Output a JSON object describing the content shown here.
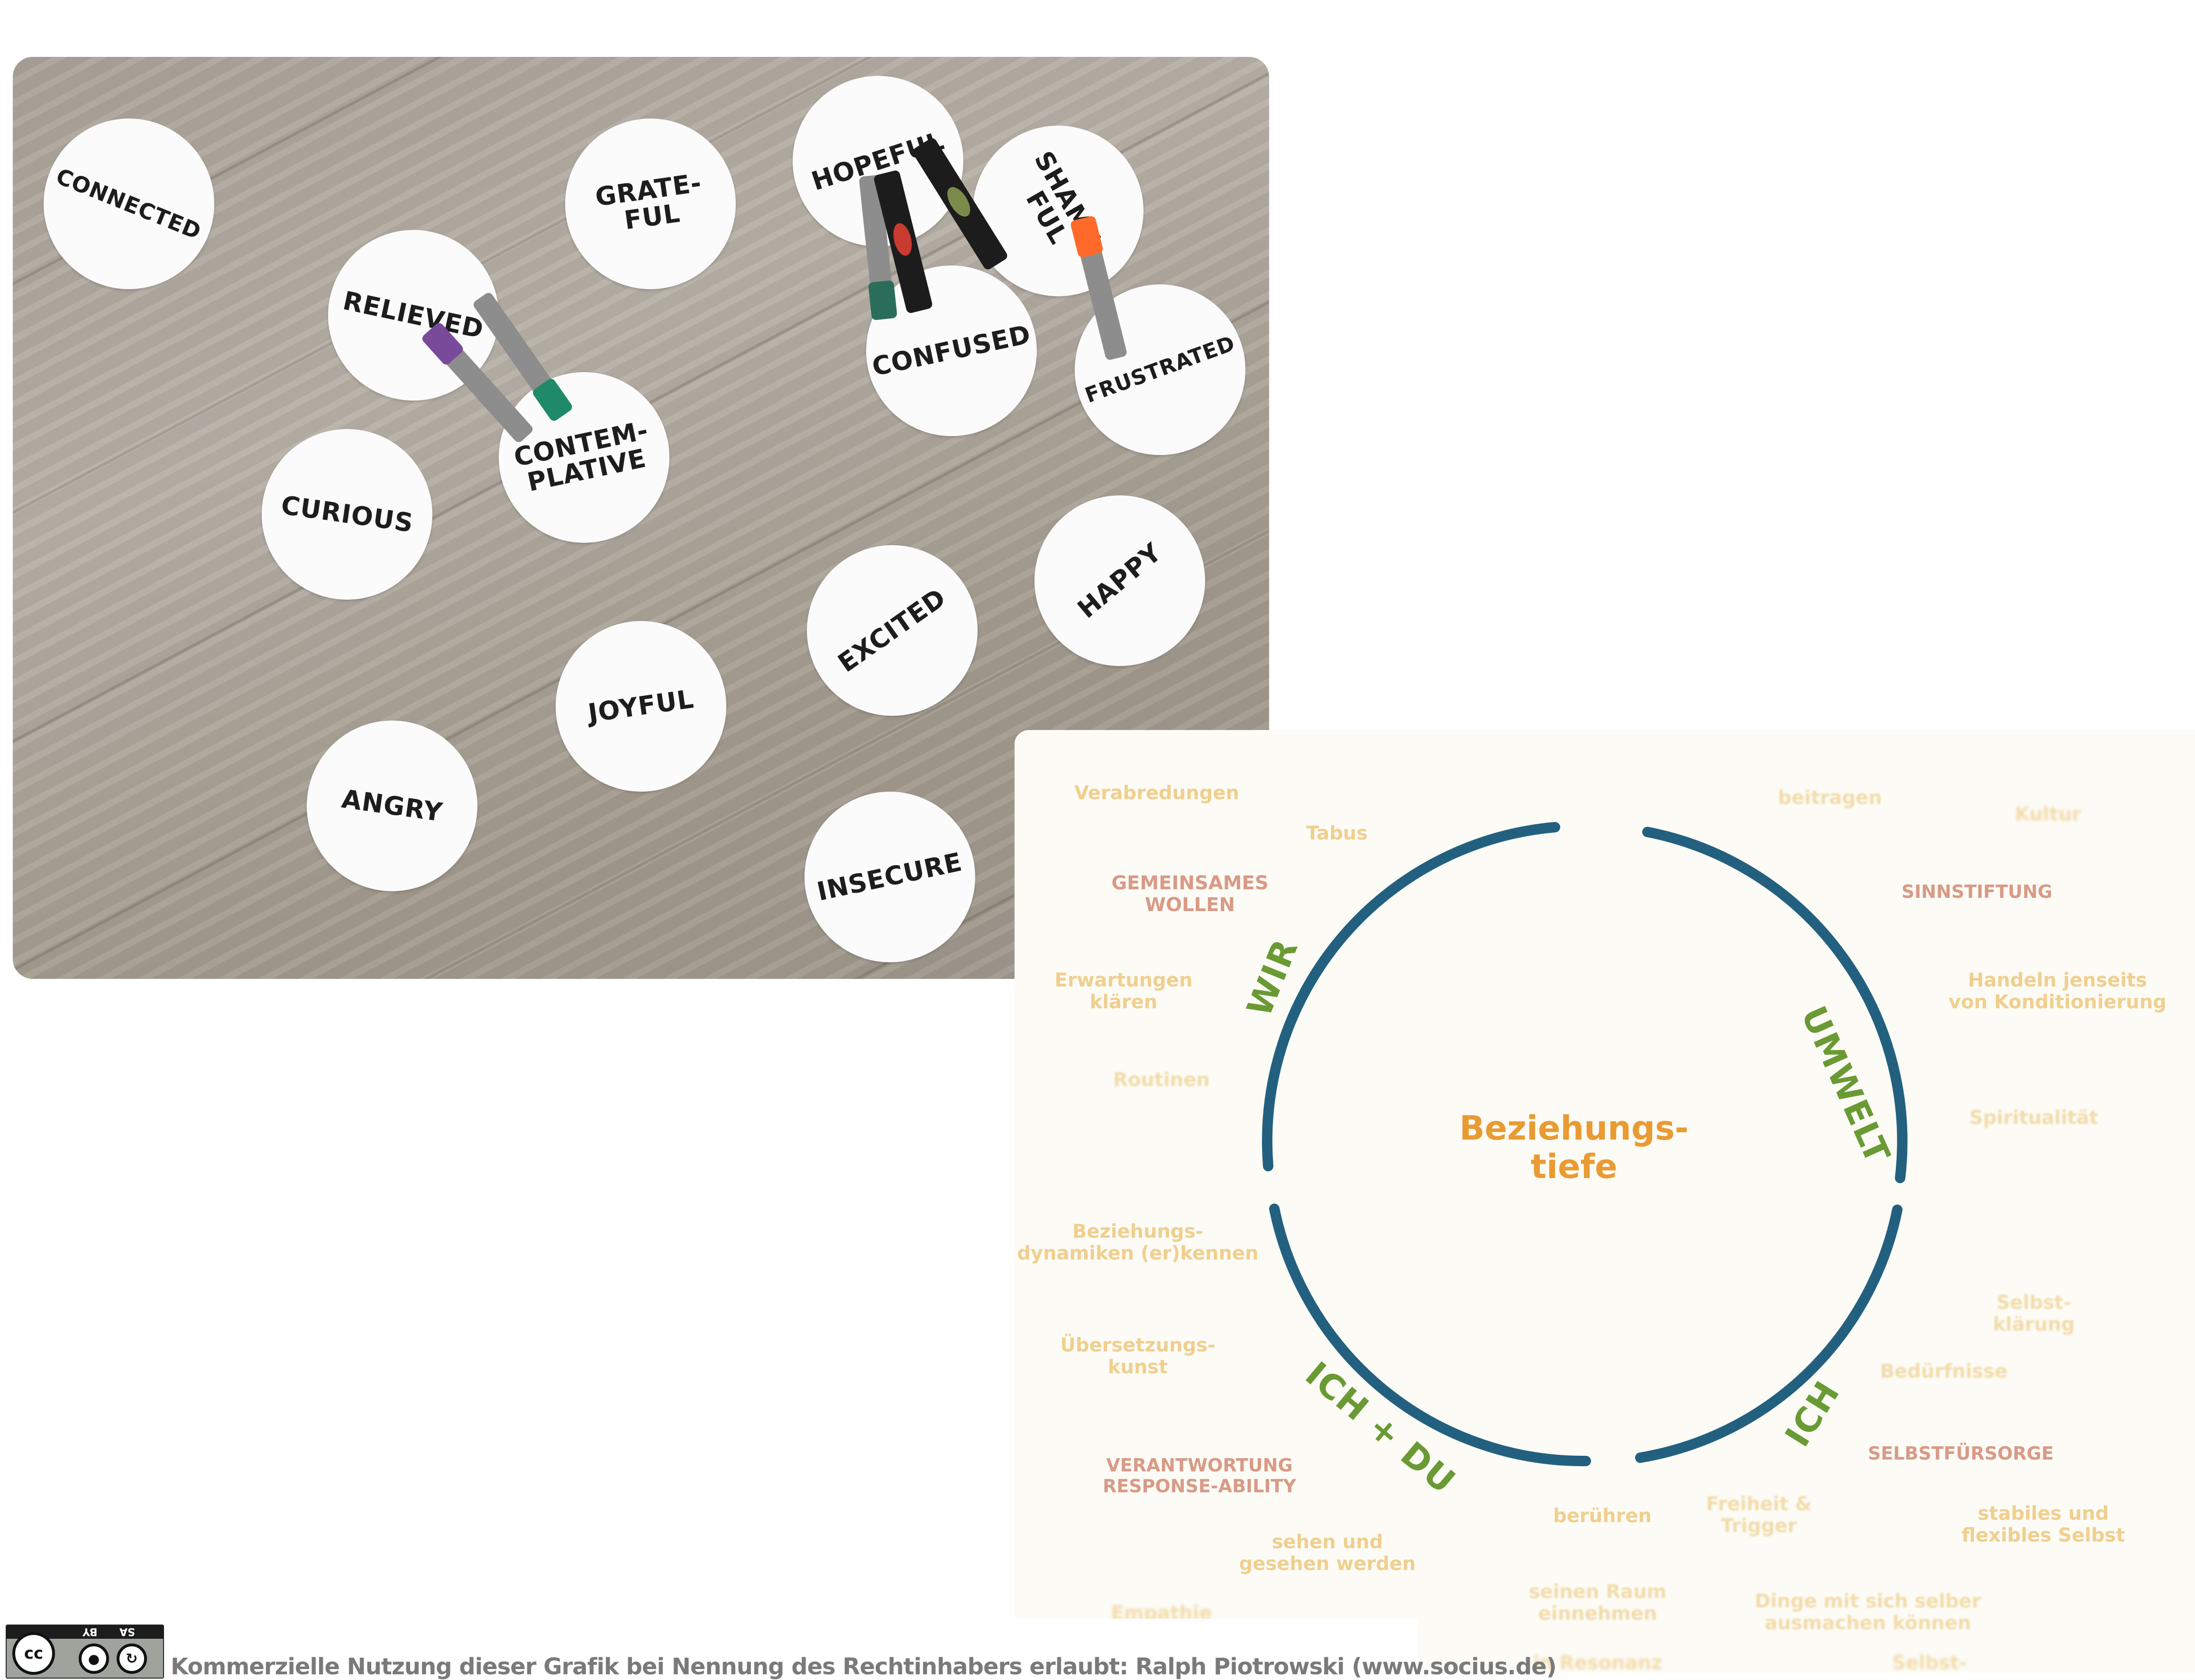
{
  "photo": {
    "cards": [
      {
        "text": "CONNECTED"
      },
      {
        "text": "GRATE-\nFUL"
      },
      {
        "text": "HOPEFUL"
      },
      {
        "text": "SHAME-\nFUL"
      },
      {
        "text": "RELIEVED"
      },
      {
        "text": "CONFUSED"
      },
      {
        "text": "FRUSTRATED"
      },
      {
        "text": "CONTEM-\nPLATIVE"
      },
      {
        "text": "CURIOUS"
      },
      {
        "text": "HAPPY"
      },
      {
        "text": "EXCITED"
      },
      {
        "text": "JOYFUL"
      },
      {
        "text": "ANGRY"
      },
      {
        "text": "INSECURE"
      }
    ],
    "marker_colors": [
      "#7a4a9a",
      "#1f8a6a",
      "#ff6a2a",
      "#2a6e5a",
      "#c83b2e",
      "#7a8a4a"
    ]
  },
  "diagram": {
    "center_title": "Beziehungs-\ntiefe",
    "ring_color": "#23607f",
    "center_color": "#e99b32",
    "category_color": "#6a9a34",
    "categories": {
      "wir": "WIR",
      "umwelt": "UMWELT",
      "ich": "ICH",
      "ich_du": "ICH + DU"
    },
    "labels": {
      "verabredungen": "Verabredungen",
      "tabus": "Tabus",
      "gemeinsames_wollen": "GEMEINSAMES\nWOLLEN",
      "erwartungen": "Erwartungen\nklären",
      "routinen": "Routinen",
      "beitragen": "beitragen",
      "kultur": "Kultur",
      "sinnstiftung": "SINNSTIFTUNG",
      "handeln": "Handeln jenseits\nvon Konditionierung",
      "spiritualitaet": "Spiritualität",
      "beziehungsdynamiken": "Beziehungs-\ndynamiken (er)kennen",
      "uebersetzungskunst": "Übersetzungs-\nkunst",
      "verantwortung": "VERANTWORTUNG\nRESPONSE-ABILITY",
      "sehen": "sehen und\ngesehen werden",
      "empathie": "Empathie",
      "selbstklaerung": "Selbst-\nklärung",
      "beduerfnisse": "Bedürfnisse",
      "selbstfuersorge": "SELBSTFÜRSORGE",
      "beruehren": "berühren",
      "freiheit": "Freiheit &\nTrigger",
      "stabiles": "stabiles und\nflexibles Selbst",
      "seinen_raum": "seinen Raum\neinnehmen",
      "dinge": "Dinge mit sich selber\nausmachen können",
      "in_resonanz": "in Resonanz",
      "selbst": "Selbst-"
    }
  },
  "footer": {
    "license_text": "Kommerzielle Nutzung dieser Grafik bei Nennung des Rechtinhabers erlaubt: Ralph Piotrowski (www.socius.de)",
    "cc_badge": {
      "cc": "cc",
      "by": "BY",
      "sa": "SA"
    }
  }
}
